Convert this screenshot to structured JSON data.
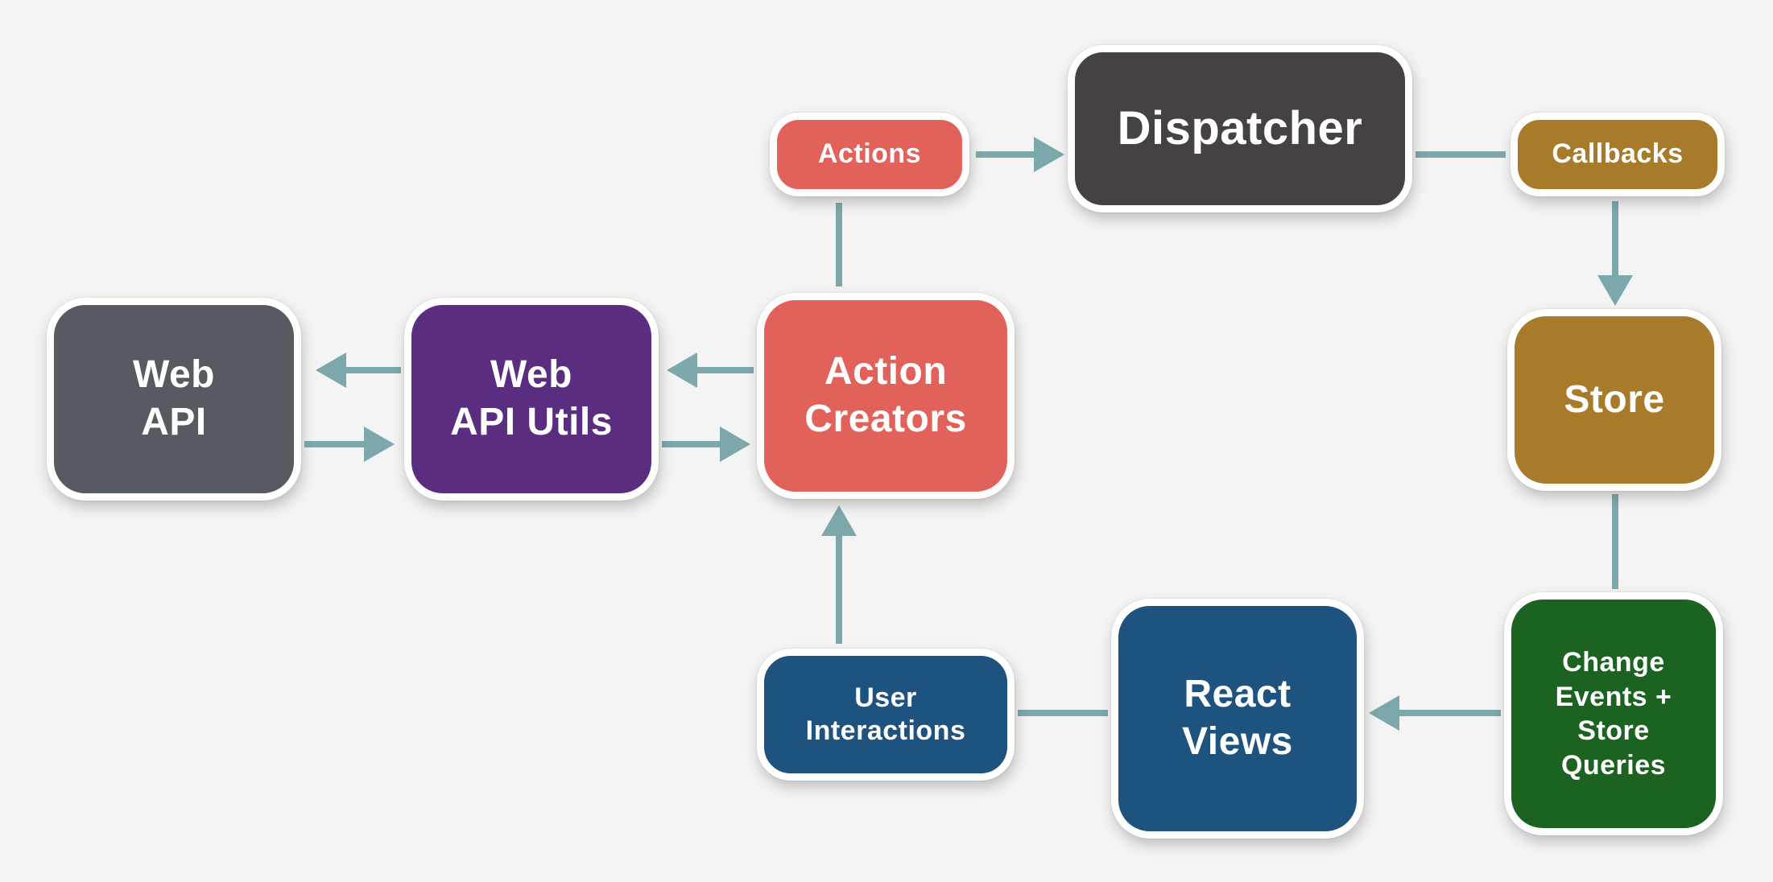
{
  "palette": {
    "background": "#f5f4f5",
    "arrow": "#7da8ab",
    "node_border": "#ffffff",
    "salmon": "#e2615a",
    "dark_gray": "#464243",
    "slate_gray": "#565b61",
    "purple": "#5a2d80",
    "gold": "#a87b2a",
    "green": "#1c6321",
    "blue": "#1f537f",
    "label_text": "#ffffff"
  },
  "nodes": {
    "actions": {
      "label": "Actions",
      "color": "#e2615a",
      "shape": "pill"
    },
    "dispatcher": {
      "label": "Dispatcher",
      "color": "#464243",
      "shape": "rounded-rect"
    },
    "callbacks": {
      "label": "Callbacks",
      "color": "#a87b2a",
      "shape": "pill"
    },
    "web_api": {
      "label": "Web\nAPI",
      "color": "#565b61",
      "shape": "rounded-rect"
    },
    "web_api_utils": {
      "label": "Web\nAPI Utils",
      "color": "#5a2d80",
      "shape": "rounded-rect"
    },
    "action_creators": {
      "label": "Action\nCreators",
      "color": "#e2615a",
      "shape": "rounded-rect"
    },
    "store": {
      "label": "Store",
      "color": "#a87b2a",
      "shape": "rounded-rect"
    },
    "change_events": {
      "label": "Change\nEvents +\nStore\nQueries",
      "color": "#1c6321",
      "shape": "rounded-rect"
    },
    "react_views": {
      "label": "React\nViews",
      "color": "#1f537f",
      "shape": "rounded-rect"
    },
    "user_interactions": {
      "label": "User\nInteractions",
      "color": "#1f537f",
      "shape": "pill"
    }
  },
  "edges": [
    {
      "from": "actions",
      "to": "dispatcher",
      "arrowhead": true
    },
    {
      "from": "dispatcher",
      "to": "callbacks",
      "arrowhead": false
    },
    {
      "from": "callbacks",
      "to": "store",
      "arrowhead": true
    },
    {
      "from": "store",
      "to": "change_events",
      "arrowhead": false
    },
    {
      "from": "change_events",
      "to": "react_views",
      "arrowhead": true
    },
    {
      "from": "react_views",
      "to": "user_interactions",
      "arrowhead": false
    },
    {
      "from": "user_interactions",
      "to": "action_creators",
      "arrowhead": true
    },
    {
      "from": "action_creators",
      "to": "actions",
      "arrowhead": false
    },
    {
      "from": "action_creators",
      "to": "web_api_utils",
      "arrowhead": true
    },
    {
      "from": "web_api_utils",
      "to": "web_api",
      "arrowhead": true
    },
    {
      "from": "web_api",
      "to": "web_api_utils",
      "arrowhead": true
    },
    {
      "from": "web_api_utils",
      "to": "action_creators",
      "arrowhead": true
    }
  ]
}
